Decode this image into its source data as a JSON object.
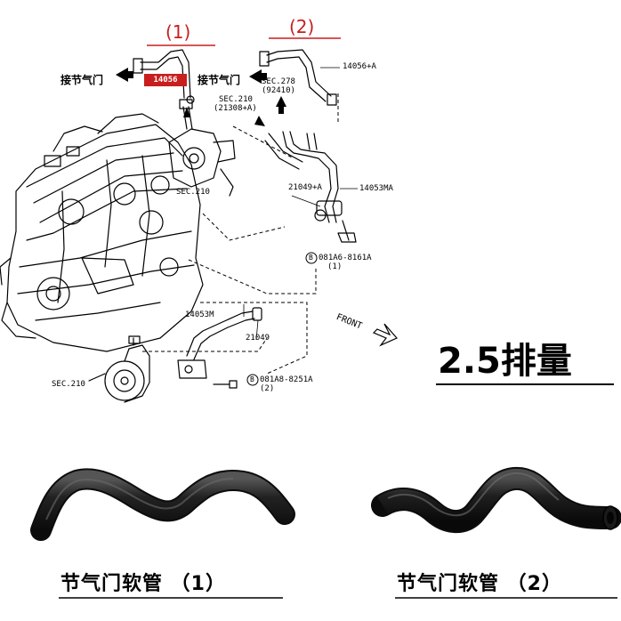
{
  "callouts": {
    "one": "(1)",
    "two": "(2)"
  },
  "connector_labels": {
    "left": "接节气门",
    "middle": "接节气门"
  },
  "highlight_part": {
    "text": "14056",
    "color": "#c81e1e"
  },
  "part_labels": {
    "p14056a": "14056+A",
    "sec278": "SEC.278",
    "sec278sub": "(92410)",
    "sec210a": "SEC.210",
    "sec210sub": "(21308+A)",
    "sec210b": "SEC.210",
    "p21049a": "21049+A",
    "p14053ma": "14053MA",
    "bolt1": "081A6-8161A",
    "bolt1qty": "(1)",
    "front": "FRONT",
    "p14053m": "14053M",
    "p21049": "21049",
    "sec210c": "SEC.210",
    "bolt2": "081A8-8251A",
    "bolt2qty": "(2)"
  },
  "bolt_marker": "B",
  "headline": "2.5排量",
  "captions": {
    "hose1": "节气门软管 （1）",
    "hose2": "节气门软管 （2）"
  },
  "colors": {
    "accent_red": "#c81e1e",
    "hose": "#1b1b1b"
  }
}
